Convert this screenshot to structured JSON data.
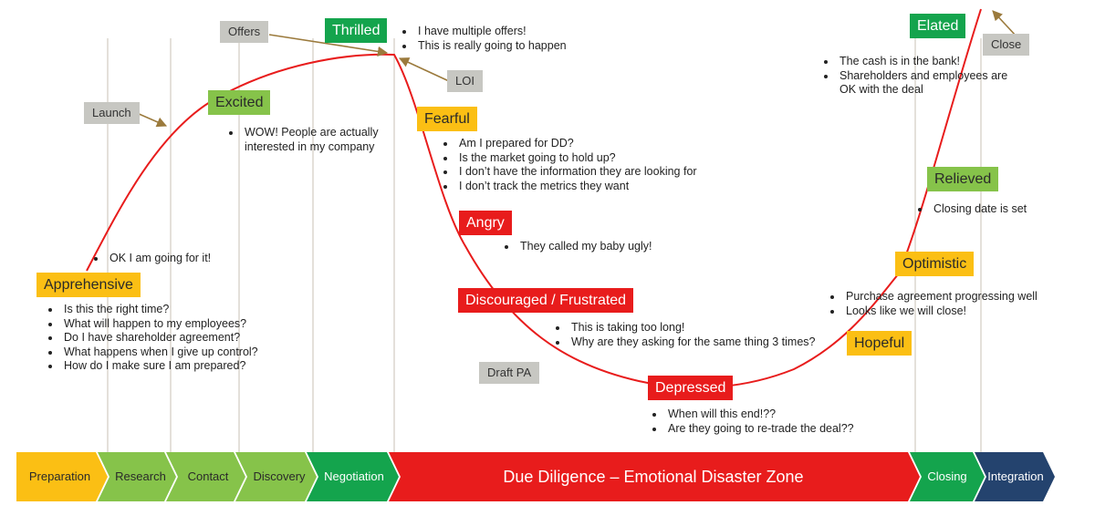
{
  "markers": {
    "offers": "Offers",
    "launch": "Launch",
    "loi": "LOI",
    "close": "Close",
    "draft_pa": "Draft PA"
  },
  "emotions": {
    "apprehensive": "Apprehensive",
    "excited": "Excited",
    "thrilled": "Thrilled",
    "fearful": "Fearful",
    "angry": "Angry",
    "discouraged": "Discouraged / Frustrated",
    "depressed": "Depressed",
    "hopeful": "Hopeful",
    "optimistic": "Optimistic",
    "relieved": "Relieved",
    "elated": "Elated"
  },
  "notes": {
    "go": [
      "OK I am going for it!"
    ],
    "apprehensive": [
      "Is this the right time?",
      "What will happen to my employees?",
      "Do I have shareholder agreement?",
      "What happens when I give up control?",
      "How do I make sure I am prepared?"
    ],
    "excited": [
      "WOW! People are actually",
      "interested in my company"
    ],
    "thrilled": [
      "I have multiple offers!",
      "This is really going to happen"
    ],
    "fearful": [
      "Am I prepared for DD?",
      "Is the market going to hold up?",
      "I don’t have the information they are looking for",
      "I don’t track the metrics they want"
    ],
    "angry": [
      "They called my baby ugly!"
    ],
    "discouraged": [
      "This is taking too long!",
      "Why are they asking for the same thing 3 times?"
    ],
    "depressed": [
      "When will this end!??",
      "Are they going to re-trade the deal??"
    ],
    "optimistic": [
      "Purchase agreement progressing well",
      "Looks like we will close!"
    ],
    "relieved": [
      "Closing date is set"
    ],
    "elated": [
      "The cash is in the bank!",
      "Shareholders and employees are",
      "OK with the deal"
    ]
  },
  "stages": {
    "preparation": "Preparation",
    "research": "Research",
    "contact": "Contact",
    "discovery": "Discovery",
    "negotiation": "Negotiation",
    "due_diligence": "Due Diligence – Emotional Disaster Zone",
    "closing": "Closing",
    "integration": "Integration"
  },
  "colors": {
    "curve": "#e81c1c",
    "arrow": "#9b7a3c",
    "preparation": "#fbbf14",
    "light_green": "#86c34a",
    "dark_green": "#14a44d",
    "red": "#e81c1c",
    "navy": "#24436e"
  }
}
